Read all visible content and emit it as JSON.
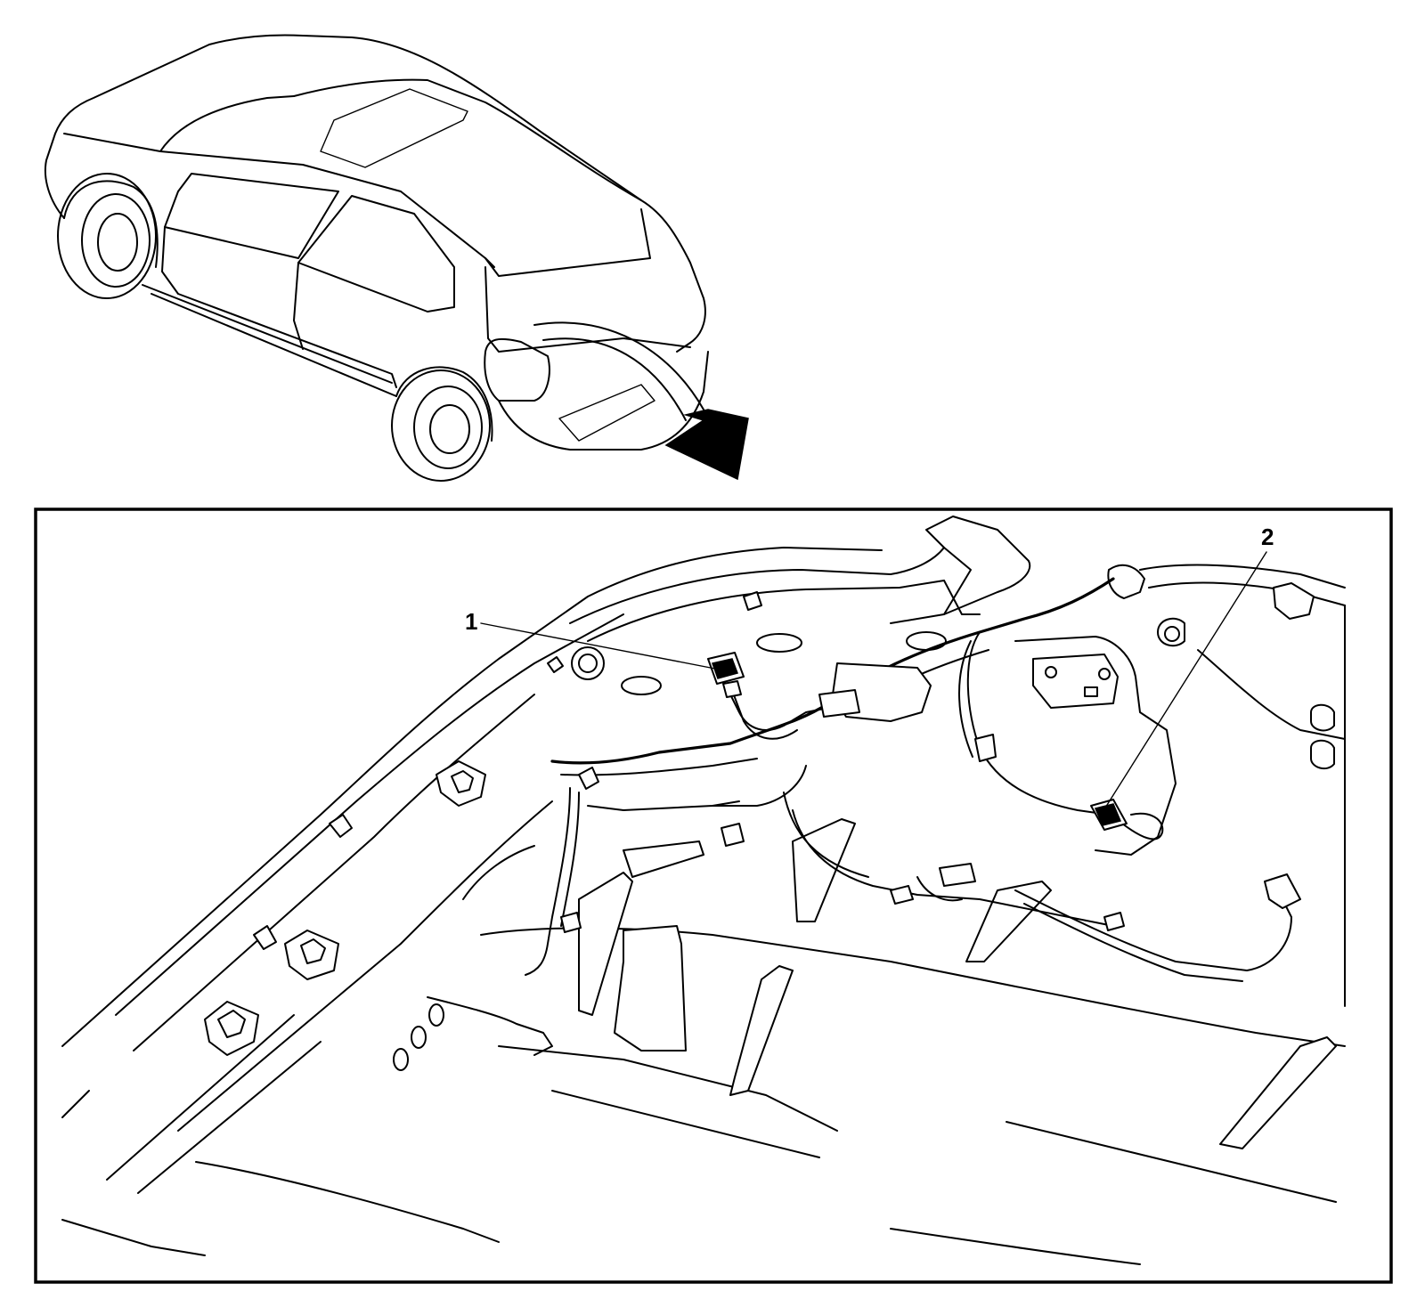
{
  "callouts": [
    {
      "number": "1",
      "target": "connector"
    },
    {
      "number": "2",
      "target": "connector"
    }
  ],
  "colors": {
    "line": "#000000",
    "background": "#ffffff"
  },
  "icons": {
    "view_arrow": "curved-arrow-icon"
  }
}
